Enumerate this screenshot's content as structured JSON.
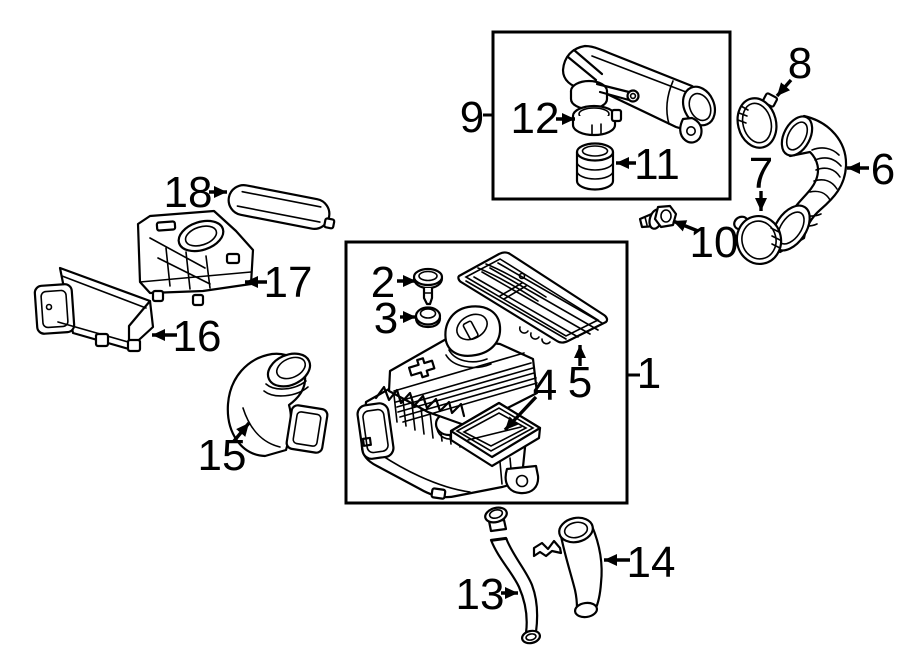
{
  "diagram": {
    "description": "exploded-parts-line-diagram",
    "background_color": "#ffffff",
    "line_color": "#000000",
    "callouts": [
      {
        "number": "1",
        "connector": "dash"
      },
      {
        "number": "2",
        "connector": "arrow"
      },
      {
        "number": "3",
        "connector": "arrow"
      },
      {
        "number": "4",
        "connector": "arrow"
      },
      {
        "number": "5",
        "connector": "arrow"
      },
      {
        "number": "6",
        "connector": "arrow"
      },
      {
        "number": "7",
        "connector": "arrow"
      },
      {
        "number": "8",
        "connector": "arrow"
      },
      {
        "number": "9",
        "connector": "dash"
      },
      {
        "number": "10",
        "connector": "arrow"
      },
      {
        "number": "11",
        "connector": "arrow"
      },
      {
        "number": "12",
        "connector": "arrow"
      },
      {
        "number": "13",
        "connector": "arrow"
      },
      {
        "number": "14",
        "connector": "arrow"
      },
      {
        "number": "15",
        "connector": "arrow"
      },
      {
        "number": "16",
        "connector": "arrow"
      },
      {
        "number": "17",
        "connector": "arrow"
      },
      {
        "number": "18",
        "connector": "arrow"
      }
    ]
  }
}
